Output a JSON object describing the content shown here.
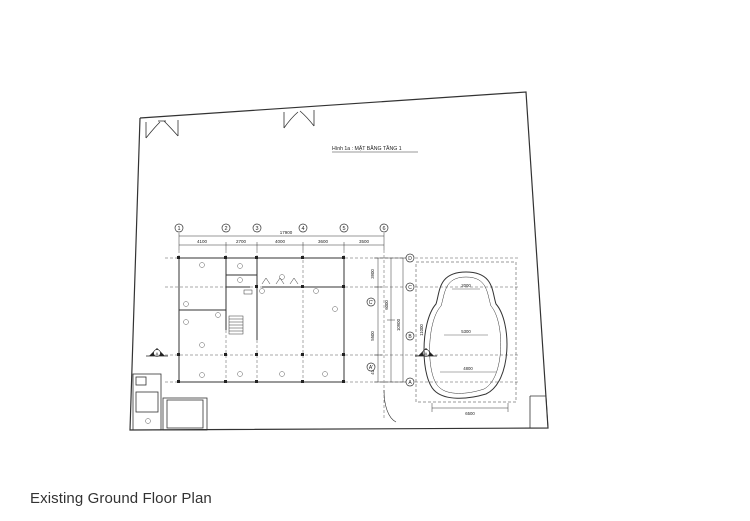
{
  "caption": "Existing Ground Floor Plan",
  "drawing_title": "Hình 1a : MẶT BẰNG TẦNG 1",
  "grid_columns": [
    "1",
    "2",
    "3",
    "4",
    "5",
    "6"
  ],
  "top_total_dimension": "17900",
  "top_dimensions": [
    "4100",
    "2700",
    "4000",
    "3600",
    "3500"
  ],
  "grid_rows": [
    "D",
    "C",
    "B",
    "A"
  ],
  "right_inner_dimensions": [
    "3900",
    "5500",
    "4100"
  ],
  "right_mid_dimensions": [
    "6000",
    "10900"
  ],
  "right_outer_dimension": "11000",
  "pool_dimensions": [
    "2000",
    "5300",
    "4800",
    "6500"
  ],
  "section_marker": "A",
  "row_markers_inner": [
    "C'",
    "A'"
  ]
}
